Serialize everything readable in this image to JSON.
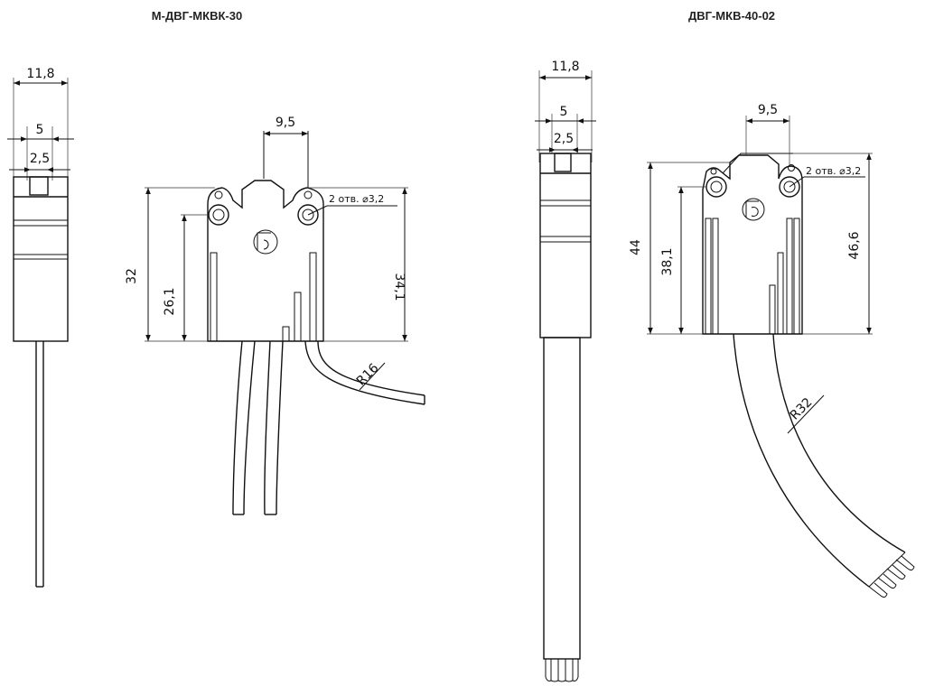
{
  "titles": {
    "left": "М-ДВГ-МКВК-30",
    "right": "ДВГ-МКВ-40-02"
  },
  "left_drawing": {
    "side_width": "11,8",
    "side_inner": "5",
    "side_small": "2,5",
    "pin_spacing": "9,5",
    "holes_note": "2 отв. ⌀3,2",
    "height_total": "32",
    "height_hole": "26,1",
    "height_right": "34,1",
    "bend_radius": "R16"
  },
  "right_drawing": {
    "side_width": "11,8",
    "side_inner": "5",
    "side_small": "2,5",
    "pin_spacing": "9,5",
    "holes_note": "2 отв. ⌀3,2",
    "height_total": "44",
    "height_hole": "38,1",
    "height_right": "46,6",
    "bend_radius": "R32"
  },
  "colors": {
    "line": "#111111",
    "title": "#222222"
  }
}
